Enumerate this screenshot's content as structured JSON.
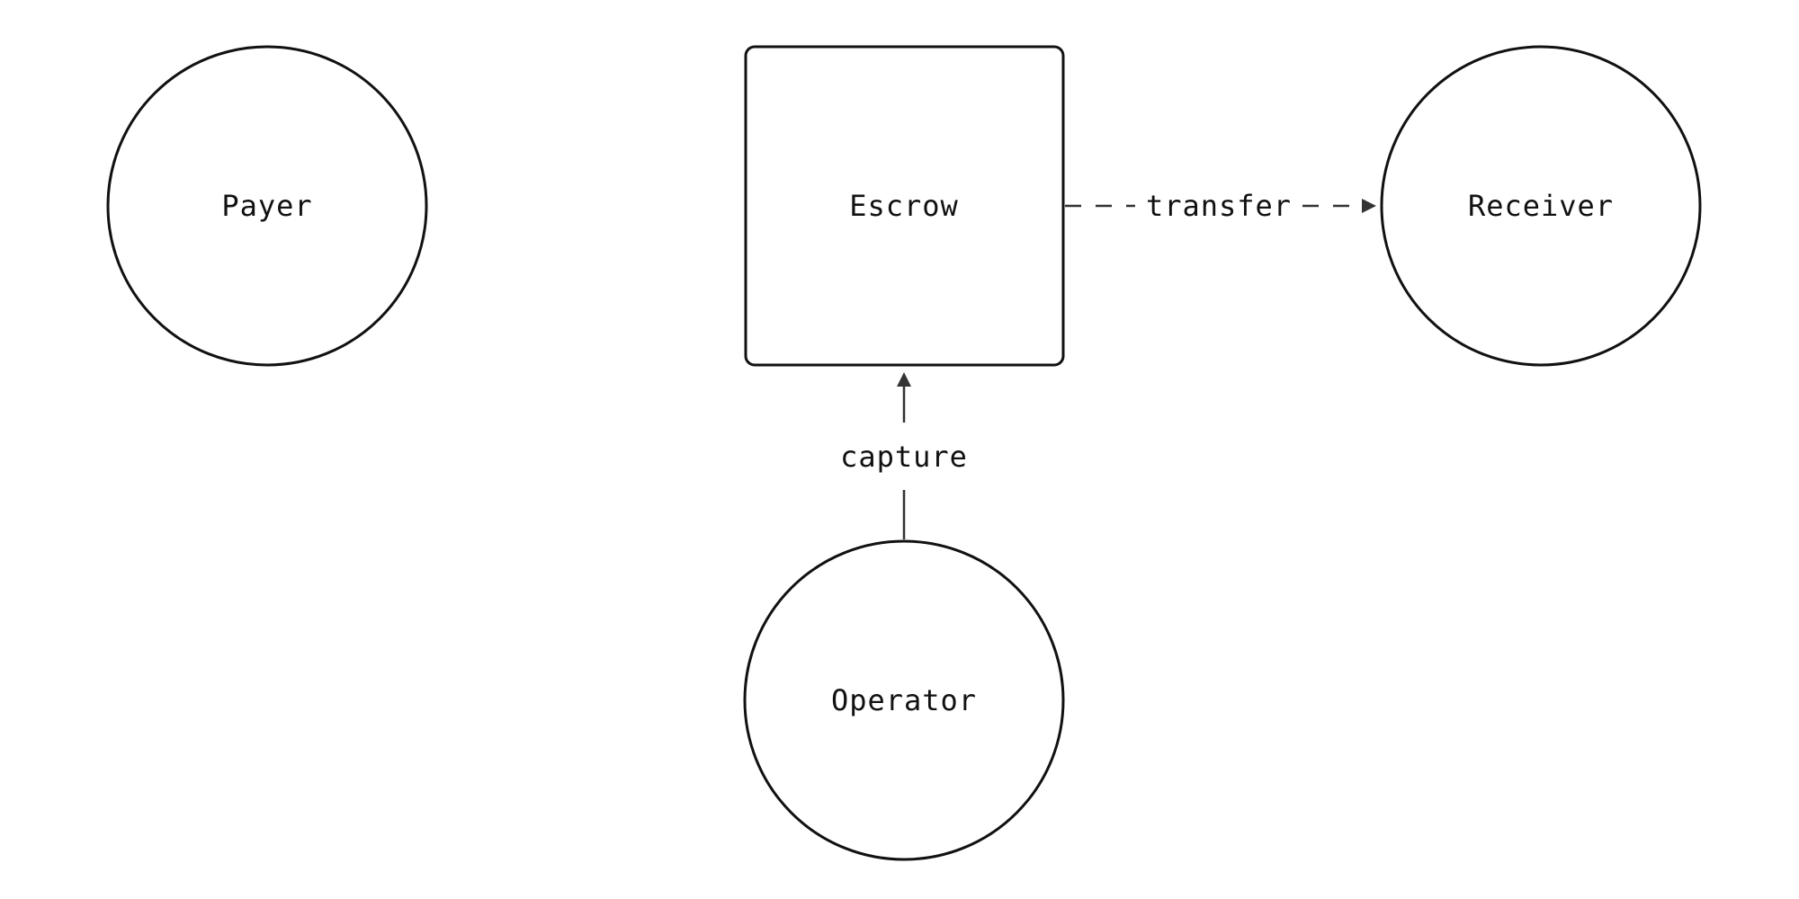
{
  "nodes": {
    "payer": {
      "label": "Payer",
      "shape": "circle"
    },
    "escrow": {
      "label": "Escrow",
      "shape": "rounded-square"
    },
    "receiver": {
      "label": "Receiver",
      "shape": "circle"
    },
    "operator": {
      "label": "Operator",
      "shape": "circle"
    }
  },
  "edges": {
    "transfer": {
      "label": "transfer",
      "from": "Escrow",
      "to": "Receiver",
      "style": "dashed"
    },
    "capture": {
      "label": "capture",
      "from": "Operator",
      "to": "Escrow",
      "style": "solid"
    }
  },
  "colors": {
    "stroke": "#111111",
    "edge": "#333333",
    "background": "#ffffff"
  }
}
